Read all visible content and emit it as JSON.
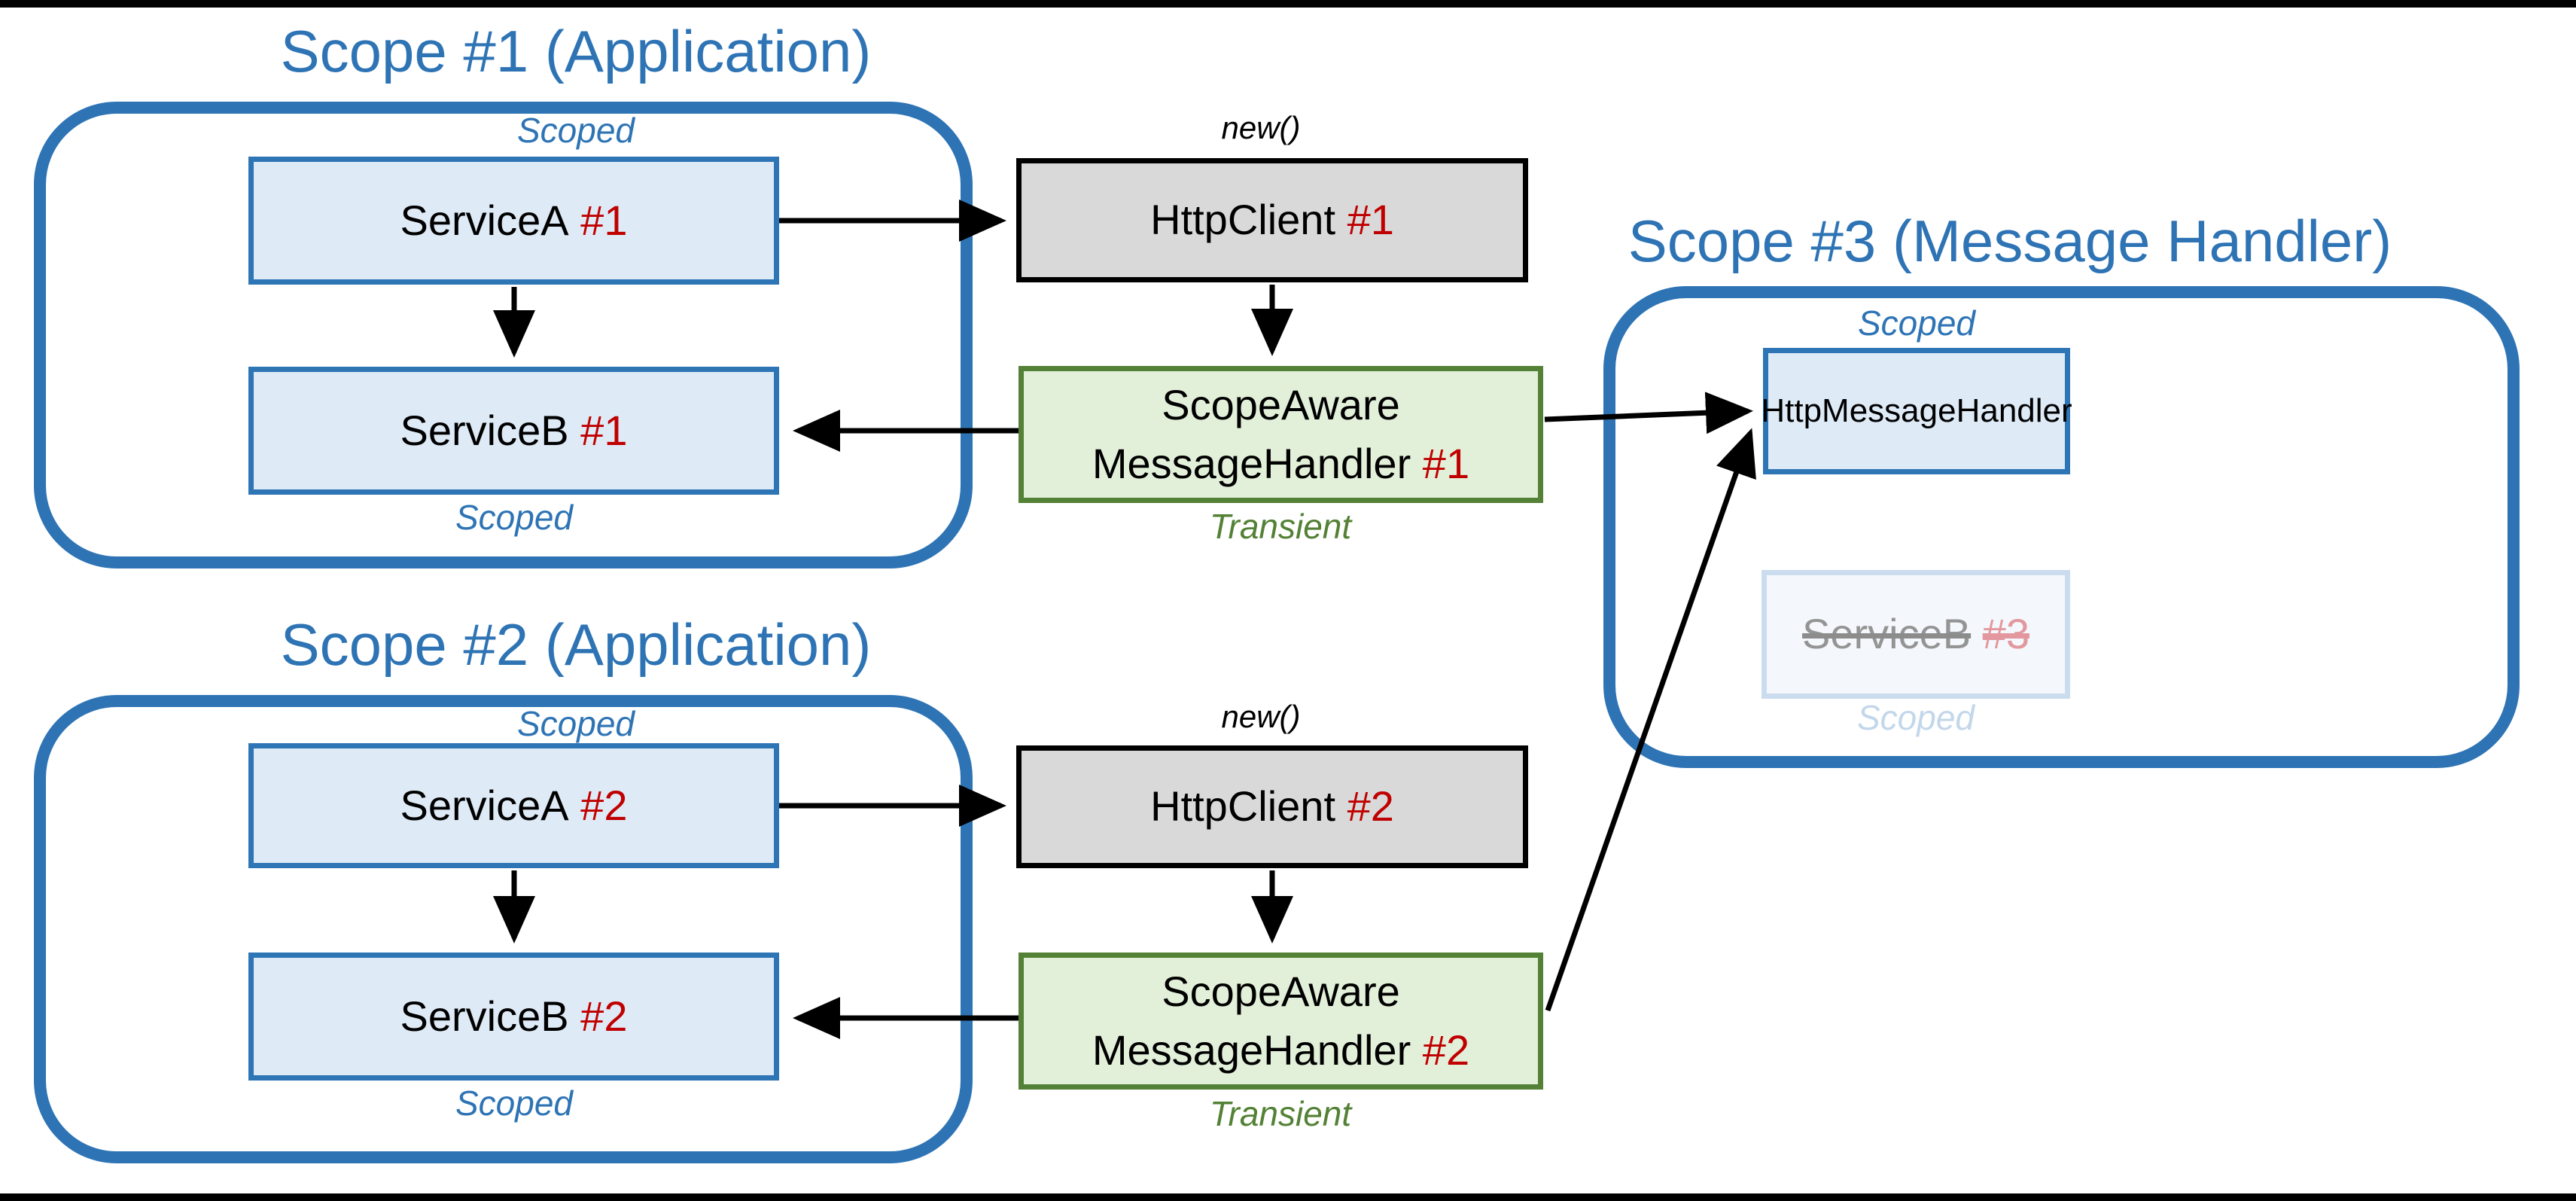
{
  "scope1": {
    "title": "Scope #1 (Application)",
    "scoped_top": "Scoped",
    "scoped_bottom": "Scoped",
    "service_a": {
      "name": "ServiceA",
      "tag": "#1"
    },
    "service_b": {
      "name": "ServiceB",
      "tag": "#1"
    }
  },
  "scope2": {
    "title": "Scope #2 (Application)",
    "scoped_top": "Scoped",
    "scoped_bottom": "Scoped",
    "service_a": {
      "name": "ServiceA",
      "tag": "#2"
    },
    "service_b": {
      "name": "ServiceB",
      "tag": "#2"
    }
  },
  "scope3": {
    "title": "Scope #3 (Message Handler)",
    "scoped_top": "Scoped",
    "scoped_bottom": "Scoped",
    "handler": {
      "name": "HttpMessageHandler"
    },
    "service_b": {
      "name": "ServiceB",
      "tag": "#3"
    }
  },
  "http_client1": {
    "creation_label": "new()",
    "name": "HttpClient",
    "tag": "#1"
  },
  "http_client2": {
    "creation_label": "new()",
    "name": "HttpClient",
    "tag": "#2"
  },
  "message_handler1": {
    "line1": "ScopeAware",
    "line2": "MessageHandler",
    "tag": "#1",
    "lifetime": "Transient"
  },
  "message_handler2": {
    "line1": "ScopeAware",
    "line2": "MessageHandler",
    "tag": "#2",
    "lifetime": "Transient"
  },
  "colors": {
    "accent_blue": "#2E74B5",
    "light_blue_fill": "#DEEAF6",
    "gray_fill": "#D9D9D9",
    "green_fill": "#E2EFD9",
    "green_border": "#538135",
    "red_tag": "#C00000"
  }
}
